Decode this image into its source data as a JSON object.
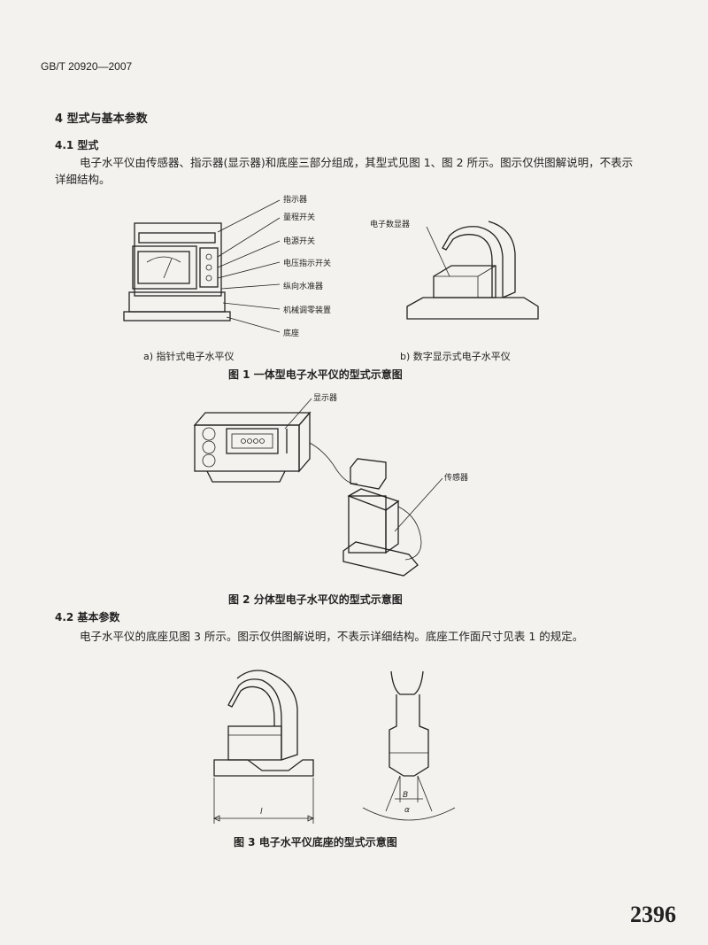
{
  "header": {
    "standard_no": "GB/T 20920—2007"
  },
  "section4": {
    "title": "4  型式与基本参数",
    "s41": {
      "title": "4.1  型式",
      "text": "电子水平仪由传感器、指示器(显示器)和底座三部分组成，其型式见图 1、图 2 所示。图示仅供图解说明，不表示详细结构。"
    },
    "s42": {
      "title": "4.2  基本参数",
      "text": "电子水平仪的底座见图 3 所示。图示仅供图解说明，不表示详细结构。底座工作面尺寸见表 1 的规定。"
    }
  },
  "figure1": {
    "labels": [
      "指示器",
      "量程开关",
      "电源开关",
      "电压指示开关",
      "纵向水准器",
      "机械调零装置",
      "底座"
    ],
    "sub_a": "a)  指针式电子水平仪",
    "sub_b": "b)  数字显示式电子水平仪",
    "label_display": "电子数显器",
    "caption": "图 1   一体型电子水平仪的型式示意图"
  },
  "figure2": {
    "label_display": "显示器",
    "label_sensor": "传感器",
    "caption": "图 2   分体型电子水平仪的型式示意图"
  },
  "figure3": {
    "dim_l": "l",
    "dim_b": "B",
    "dim_alpha": "α",
    "caption": "图 3   电子水平仪底座的型式示意图"
  },
  "page_number": "2396"
}
